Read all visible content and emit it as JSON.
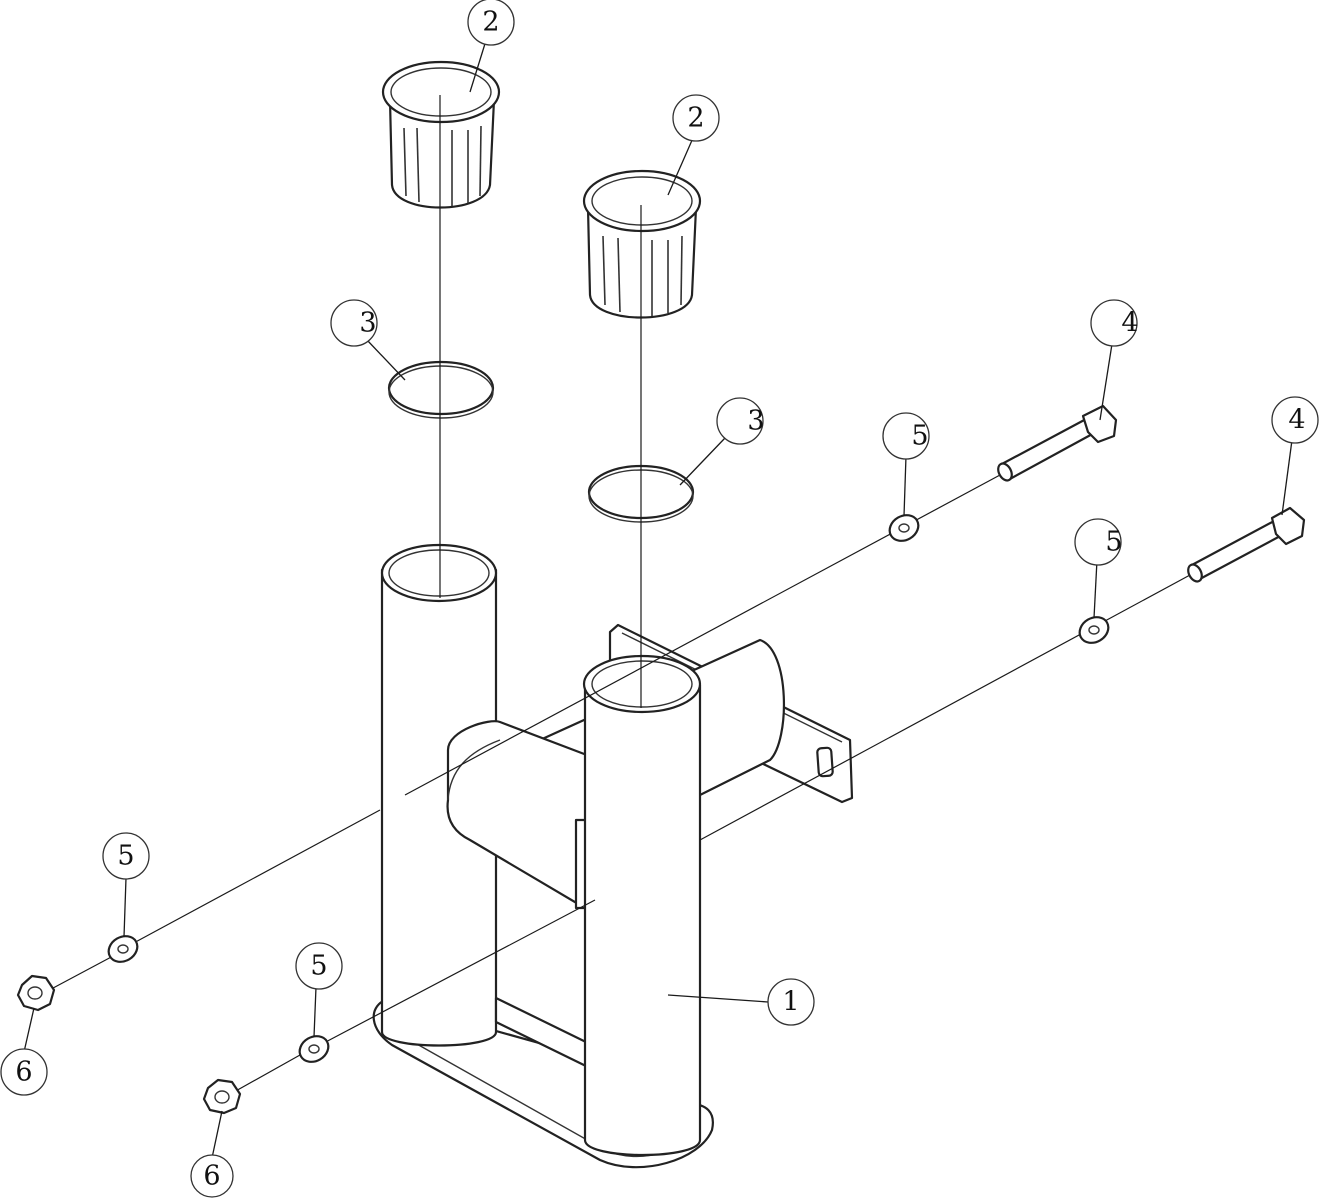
{
  "callouts": {
    "b1": "1",
    "b2a": "2",
    "b2b": "2",
    "b3a": "3",
    "b3b": "3",
    "b4a": "4",
    "b4b": "4",
    "b5a": "5",
    "b5b": "5",
    "b5c": "5",
    "b5d": "5",
    "b6a": "6",
    "b6b": "6"
  }
}
